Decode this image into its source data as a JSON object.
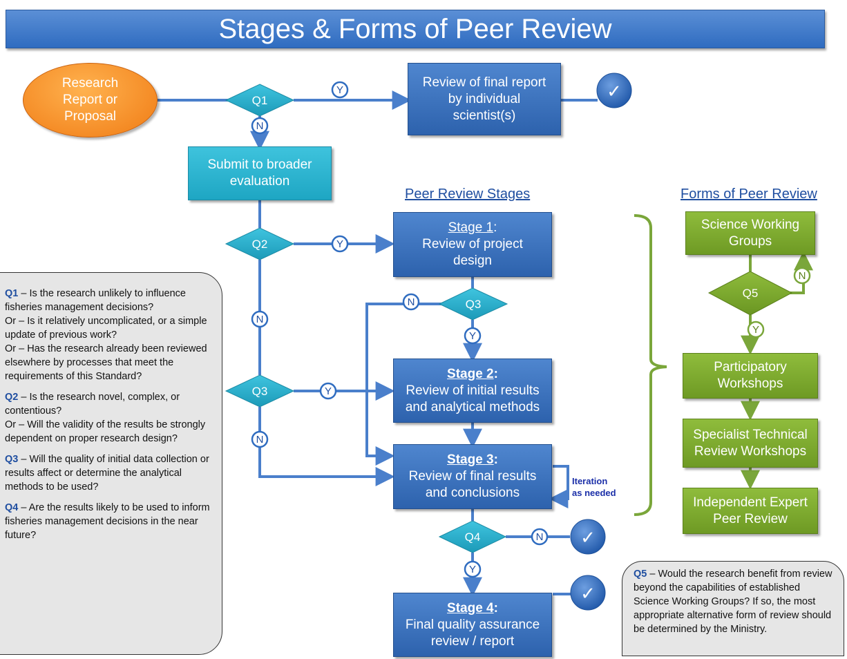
{
  "title": "Stages & Forms of Peer Review",
  "start_node": [
    "Research",
    "Report or",
    "Proposal"
  ],
  "review_individual": [
    "Review of final report",
    "by individual",
    "scientist(s)"
  ],
  "submit_broader": [
    "Submit  to broader",
    "evaluation"
  ],
  "headings": {
    "stages": "Peer Review Stages",
    "forms": "Forms of Peer Review"
  },
  "stages": [
    {
      "label": "Stage 1",
      "suffix": ":",
      "lines": [
        "Review of project",
        "design"
      ]
    },
    {
      "label": "Stage 2",
      "suffix": ":",
      "lines": [
        "Review of initial results",
        "and analytical methods"
      ]
    },
    {
      "label": "Stage 3",
      "suffix": ":",
      "lines": [
        "Review of final results",
        "and conclusions"
      ]
    },
    {
      "label": "Stage 4",
      "suffix": ":",
      "lines": [
        "Final quality assurance",
        "review / report"
      ]
    }
  ],
  "forms": [
    [
      "Science Working",
      "Groups"
    ],
    [
      "Participatory",
      "Workshops"
    ],
    [
      "Specialist Technical",
      "Review Workshops"
    ],
    [
      "Independent Expert",
      "Peer Review"
    ]
  ],
  "decisions": {
    "q1": "Q1",
    "q2": "Q2",
    "q3_stage": "Q3",
    "q3_left": "Q3",
    "q4": "Q4",
    "q5": "Q5"
  },
  "answers": {
    "yes": "Y",
    "no": "N"
  },
  "iteration": [
    "Iteration",
    "as needed"
  ],
  "check_symbol": "✓",
  "questions": [
    {
      "id": "Q1",
      "lines": [
        "– Is the research unlikely to influence fisheries management decisions?",
        "Or – Is it relatively uncomplicated, or a simple update of previous work?",
        "Or – Has the research already been reviewed elsewhere by processes that meet the requirements of this Standard?"
      ]
    },
    {
      "id": "Q2",
      "lines": [
        "– Is the research novel,  complex, or contentious?",
        "Or – Will the validity of the results be strongly dependent on proper research design?"
      ]
    },
    {
      "id": "Q3",
      "lines": [
        "– Will the quality of initial data collection or results affect or determine the analytical methods to be used?"
      ]
    },
    {
      "id": "Q4",
      "lines": [
        "– Are the results likely to be used to inform fisheries management decisions in the near future?"
      ]
    }
  ],
  "q5_note": {
    "id": "Q5",
    "text": "– Would the research benefit from review beyond the capabilities of established Science Working Groups? If so, the most appropriate alternative form of review should be determined by the Ministry."
  },
  "colors": {
    "blue": "#2f6cc0",
    "teal": "#1ea6c3",
    "green": "#6e9a24",
    "orange": "#f07b14",
    "connector_green": "#7aa63a"
  }
}
